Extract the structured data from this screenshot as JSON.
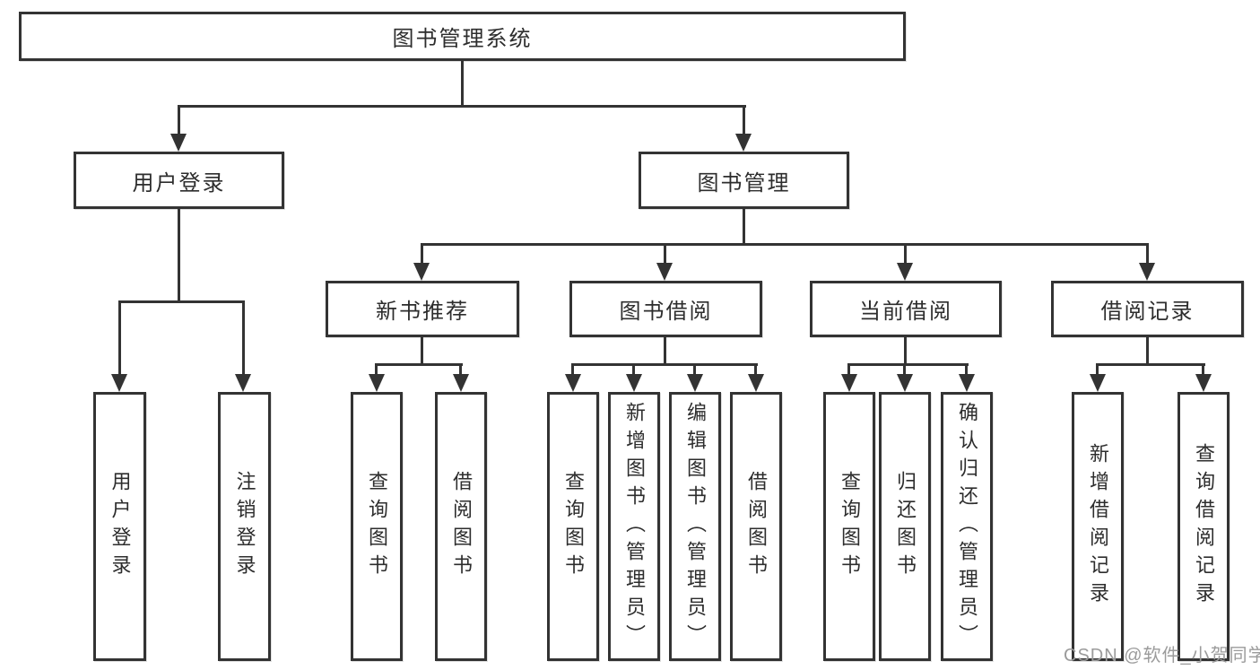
{
  "title": "图书管理系统",
  "watermark": "CSDN @软件_小贺同学",
  "colors": {
    "line": "#333333",
    "text": "#2d2d2d",
    "box_background": "#ffffff",
    "page_background": "#ffffff",
    "watermark": "#9b9b9b"
  },
  "tree": {
    "label": "图书管理系统",
    "children": [
      {
        "label": "用户登录",
        "children": [
          {
            "label": "用户登录"
          },
          {
            "label": "注销登录"
          }
        ]
      },
      {
        "label": "图书管理",
        "children": [
          {
            "label": "新书推荐",
            "children": [
              {
                "label": "查询图书"
              },
              {
                "label": "借阅图书"
              }
            ]
          },
          {
            "label": "图书借阅",
            "children": [
              {
                "label": "查询图书"
              },
              {
                "label": "新增图书（管理员）"
              },
              {
                "label": "编辑图书（管理员）"
              },
              {
                "label": "借阅图书"
              }
            ]
          },
          {
            "label": "当前借阅",
            "children": [
              {
                "label": "查询图书"
              },
              {
                "label": "归还图书"
              },
              {
                "label": "确认归还（管理员）"
              }
            ]
          },
          {
            "label": "借阅记录",
            "children": [
              {
                "label": "新增借阅记录"
              },
              {
                "label": "查询借阅记录"
              }
            ]
          }
        ]
      }
    ]
  }
}
